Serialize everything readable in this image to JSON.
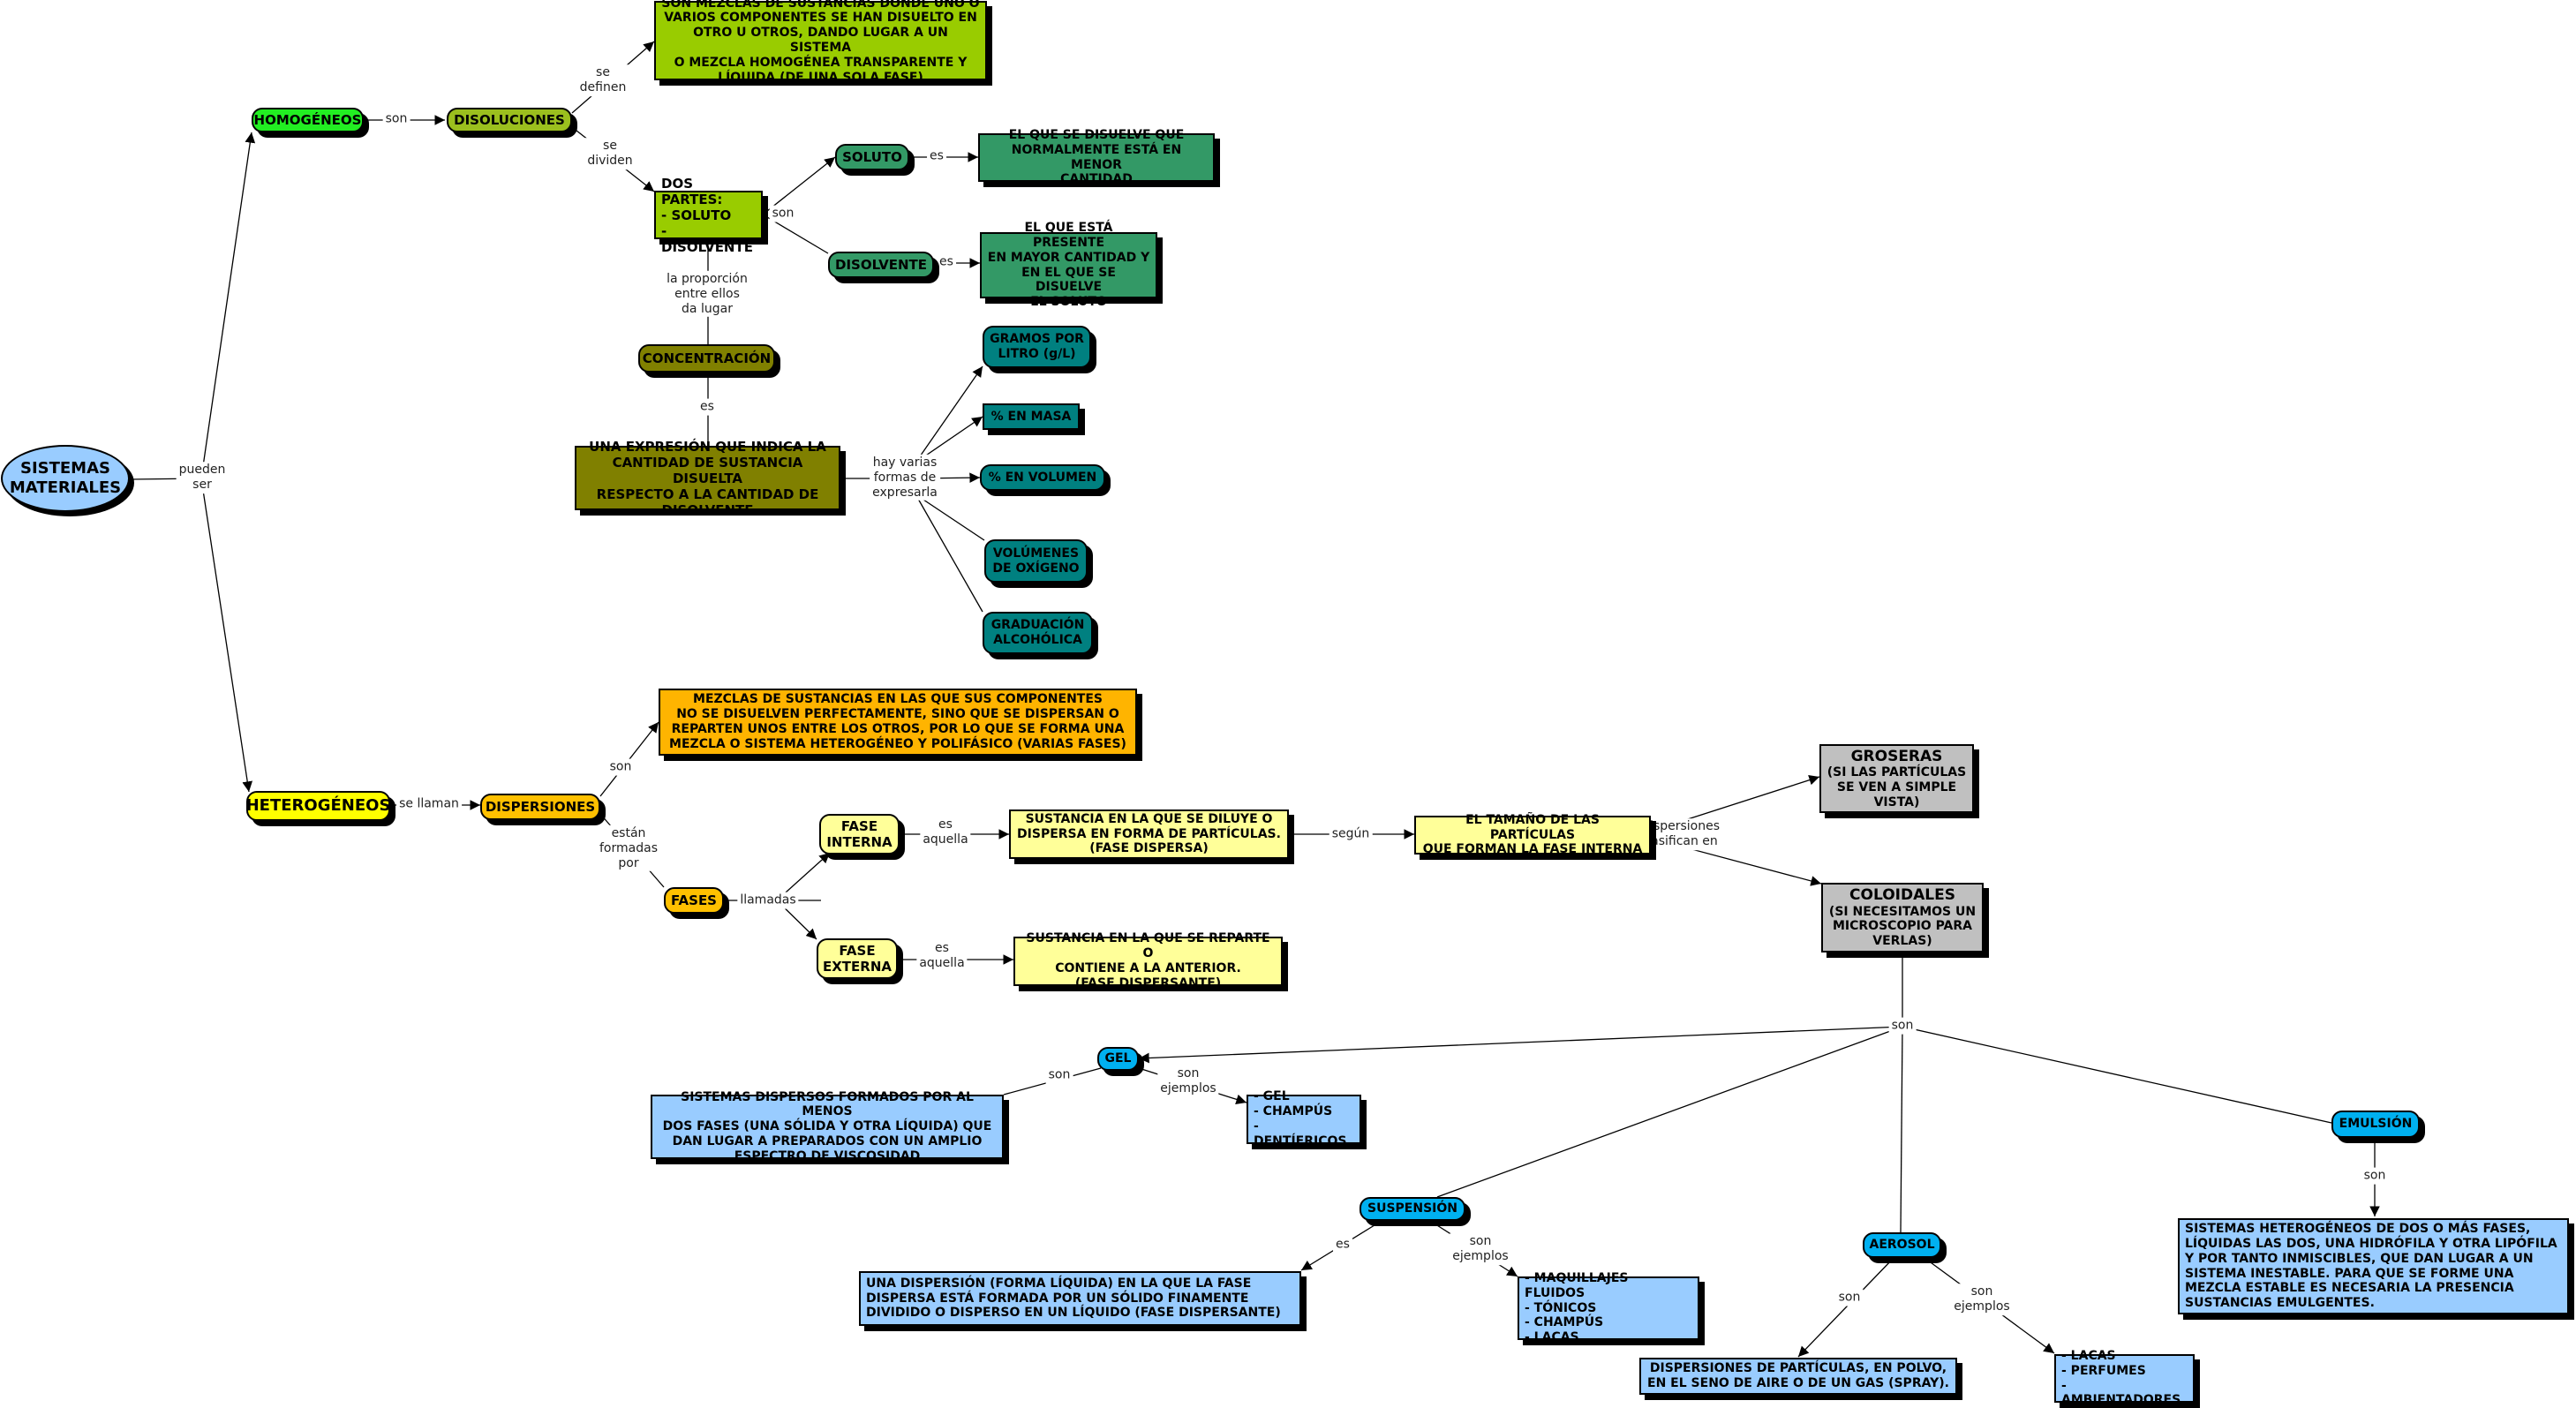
{
  "colors": {
    "ellipse_blue": "#99ccff",
    "bright_green": "#22ee22",
    "yellow_green": "#99cc00",
    "olive_green": "#9bbf1e",
    "sea_green": "#339966",
    "olive": "#808000",
    "teal": "#008080",
    "bright_yellow": "#ffff00",
    "orange_yellow": "#ffc000",
    "amber": "#ffb400",
    "pale_yellow": "#ffff99",
    "grey": "#c0c0c0",
    "cyan": "#00b0f0",
    "light_blue": "#99ccff"
  },
  "nodes": {
    "sistemas_materiales": "SISTEMAS\nMATERIALES",
    "homogeneos": "HOMOGÉNEOS",
    "disoluciones": "DISOLUCIONES",
    "disoluciones_def": "SON MEZCLAS DE SUSTANCIAS DONDE UNO O\nVARIOS COMPONENTES SE HAN DISUELTO EN\nOTRO U OTROS, DANDO LUGAR A UN SISTEMA\nO MEZCLA HOMOGÉNEA TRANSPARENTE Y\nLÍQUIDA (DE UNA SOLA FASE)",
    "dos_partes": "DOS PARTES:\n- SOLUTO\n- DISOLVENTE",
    "soluto": "SOLUTO",
    "soluto_def": "EL QUE SE DISUELVE QUE\nNORMALMENTE ESTÁ EN MENOR\nCANTIDAD",
    "disolvente": "DISOLVENTE",
    "disolvente_def": "EL QUE ESTÁ PRESENTE\nEN MAYOR CANTIDAD Y\nEN EL QUE SE DISUELVE\nEL SOLUTO",
    "concentracion": "CONCENTRACIÓN",
    "concentracion_def": "UNA EXPRESIÓN QUE INDICA LA\nCANTIDAD DE SUSTANCIA DISUELTA\nRESPECTO A LA CANTIDAD DE\nDISOLVENTE",
    "gramos_litro": "GRAMOS POR\nLITRO (g/L)",
    "pct_masa": "% EN MASA",
    "pct_volumen": "% EN VOLUMEN",
    "volumenes_oxigeno": "VOLÚMENES\nDE OXÍGENO",
    "graduacion": "GRADUACIÓN\nALCOHÓLICA",
    "heterogeneos": "HETEROGÉNEOS",
    "dispersiones": "DISPERSIONES",
    "dispersiones_def": "MEZCLAS DE SUSTANCIAS EN LAS QUE SUS COMPONENTES\nNO SE DISUELVEN PERFECTAMENTE, SINO QUE SE DISPERSAN O\nREPARTEN UNOS ENTRE LOS OTROS, POR LO QUE SE FORMA UNA\nMEZCLA O SISTEMA HETEROGÉNEO Y POLIFÁSICO (VARIAS FASES)",
    "fases": "FASES",
    "fase_interna": "FASE\nINTERNA",
    "fase_interna_def": "SUSTANCIA EN LA QUE SE DILUYE O\nDISPERSA EN FORMA DE PARTÍCULAS.\n(FASE DISPERSA)",
    "tamano_particulas": "EL TAMAÑO DE LAS PARTÍCULAS\nQUE FORMAN LA FASE INTERNA",
    "fase_externa": "FASE\nEXTERNA",
    "fase_externa_def": "SUSTANCIA EN LA QUE SE REPARTE O\nCONTIENE A LA ANTERIOR.\n(FASE DISPERSANTE)",
    "groseras_title": "GROSERAS",
    "groseras_sub": "(SI LAS PARTÍCULAS\nSE VEN A SIMPLE\nVISTA)",
    "coloidales_title": "COLOIDALES",
    "coloidales_sub": "(SI NECESITAMOS UN\nMICROSCOPIO PARA\nVERLAS)",
    "gel": "GEL",
    "gel_def": "SISTEMAS DISPERSOS FORMADOS POR AL MENOS\nDOS FASES (UNA SÓLIDA Y OTRA LÍQUIDA) QUE\nDAN LUGAR A PREPARADOS CON UN AMPLIO\nESPECTRO DE VISCOSIDAD",
    "gel_ejemplos": "- GEL\n- CHAMPÚS\n- DENTÍFRICOS",
    "suspension": "SUSPENSIÓN",
    "suspension_def": "UNA DISPERSIÓN (FORMA LÍQUIDA) EN LA QUE LA FASE\nDISPERSA ESTÁ FORMADA POR UN SÓLIDO FINAMENTE\nDIVIDIDO O DISPERSO EN UN LÍQUIDO (FASE DISPERSANTE)",
    "suspension_ejemplos": "- MAQUILLAJES FLUIDOS\n- TÓNICOS\n- CHAMPÚS\n- LACAS",
    "aerosol": "AEROSOL",
    "aerosol_def": "DISPERSIONES DE PARTÍCULAS, EN POLVO,\nEN EL SENO DE AIRE O DE UN GAS (SPRAY).",
    "aerosol_ejemplos": "- LACAS\n- PERFUMES\n- AMBIENTADORES",
    "emulsion": "EMULSIÓN",
    "emulsion_def": "SISTEMAS HETEROGÉNEOS DE DOS O MÁS FASES,\nLÍQUIDAS LAS DOS, UNA HIDRÓFILA Y OTRA LIPÓFILA\nY POR TANTO INMISCIBLES, QUE DAN LUGAR A UN\nSISTEMA INESTABLE. PARA QUE SE FORME UNA\nMEZCLA ESTABLE ES NECESARIA LA PRESENCIA\nSUSTANCIAS EMULGENTES."
  },
  "link_labels": {
    "pueden_ser": "pueden\nser",
    "son_homogeneos": "son",
    "se_definen": "se\ndefinen",
    "se_dividen": "se\ndividen",
    "son_dos_partes": "son",
    "es_soluto": "es",
    "es_disolvente": "es",
    "la_proporcion": "la proporción\nentre ellos\nda lugar",
    "es_concentracion": "es",
    "hay_varias": "hay varias\nformas de\nexpresarla",
    "se_llaman": "se llaman",
    "son_dispersiones": "son",
    "estan_formadas": "están\nformadas\npor",
    "llamadas": "llamadas",
    "es_aquella_interna": "es\naquella",
    "es_aquella_externa": "es\naquella",
    "segun": "según",
    "se_clasifican": "las dispersiones\nse clasifican en",
    "son_coloidales": "son",
    "son_gel": "son",
    "son_ejemplos_gel": "son\nejemplos",
    "es_suspension": "es",
    "son_ejemplos_suspension": "son\nejemplos",
    "son_aerosol": "son",
    "son_ejemplos_aerosol": "son\nejemplos",
    "son_emulsion": "son"
  }
}
